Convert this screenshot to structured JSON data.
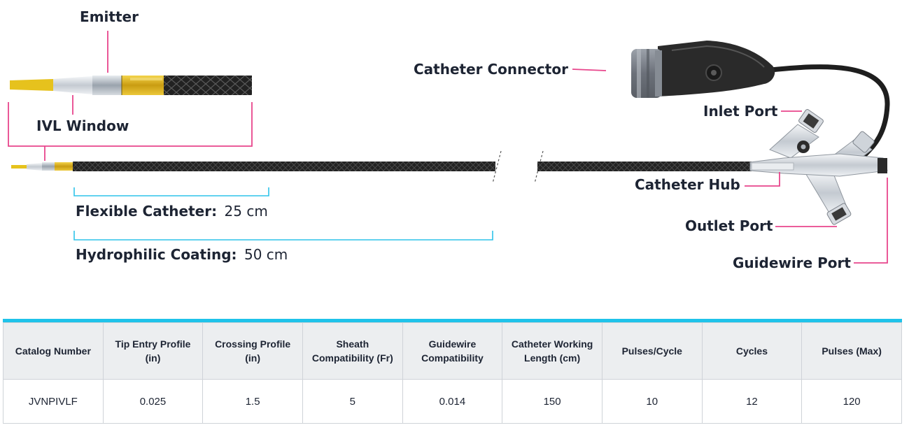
{
  "labels": {
    "emitter": "Emitter",
    "ivl_window": "IVL Window",
    "flexible_catheter_name": "Flexible Catheter:",
    "flexible_catheter_value": "25 cm",
    "hydrophilic_coating_name": "Hydrophilic Coating:",
    "hydrophilic_coating_value": "50 cm",
    "catheter_connector": "Catheter Connector",
    "inlet_port": "Inlet Port",
    "catheter_hub": "Catheter Hub",
    "outlet_port": "Outlet Port",
    "guidewire_port": "Guidewire Port"
  },
  "colors": {
    "callout_pink": "#e8468c",
    "bracket_cyan": "#2ec3ea",
    "tip_yellow": "#e9c21c",
    "shaft_dark": "#242424",
    "text_dark": "#1d2433",
    "table_header_bg": "#eceef0",
    "table_accent": "#1fc3ea"
  },
  "table": {
    "headers": [
      [
        "Catalog Number"
      ],
      [
        "Tip Entry Profile",
        "(in)"
      ],
      [
        "Crossing Profile",
        "(in)"
      ],
      [
        "Sheath",
        "Compatibility (Fr)"
      ],
      [
        "Guidewire",
        "Compatibility"
      ],
      [
        "Catheter Working",
        "Length (cm)"
      ],
      [
        "Pulses/Cycle"
      ],
      [
        "Cycles"
      ],
      [
        "Pulses (Max)"
      ]
    ],
    "rows": [
      [
        "JVNPIVLF",
        "0.025",
        "1.5",
        "5",
        "0.014",
        "150",
        "10",
        "12",
        "120"
      ]
    ]
  }
}
